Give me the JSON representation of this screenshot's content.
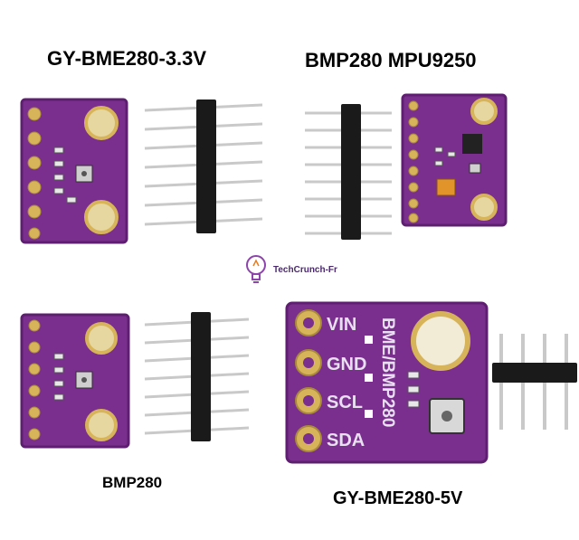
{
  "labels": {
    "top_left": "GY-BME280-3.3V",
    "top_right": "BMP280 MPU9250",
    "bottom_left": "BMP280",
    "bottom_right": "GY-BME280-5V"
  },
  "watermark": {
    "text": "TechCrunch-Fr",
    "icon": "lightbulb-icon"
  },
  "board_silkscreen": {
    "pins": [
      "VIN",
      "GND",
      "SCL",
      "SDA"
    ],
    "model": "BME/BMP280"
  },
  "colors": {
    "pcb_purple": "#7a2f8e",
    "pcb_dark": "#5e1f70",
    "pad_gold": "#d7b35a",
    "header_black": "#1a1a1a",
    "pin_silver": "#c9c9c9"
  }
}
